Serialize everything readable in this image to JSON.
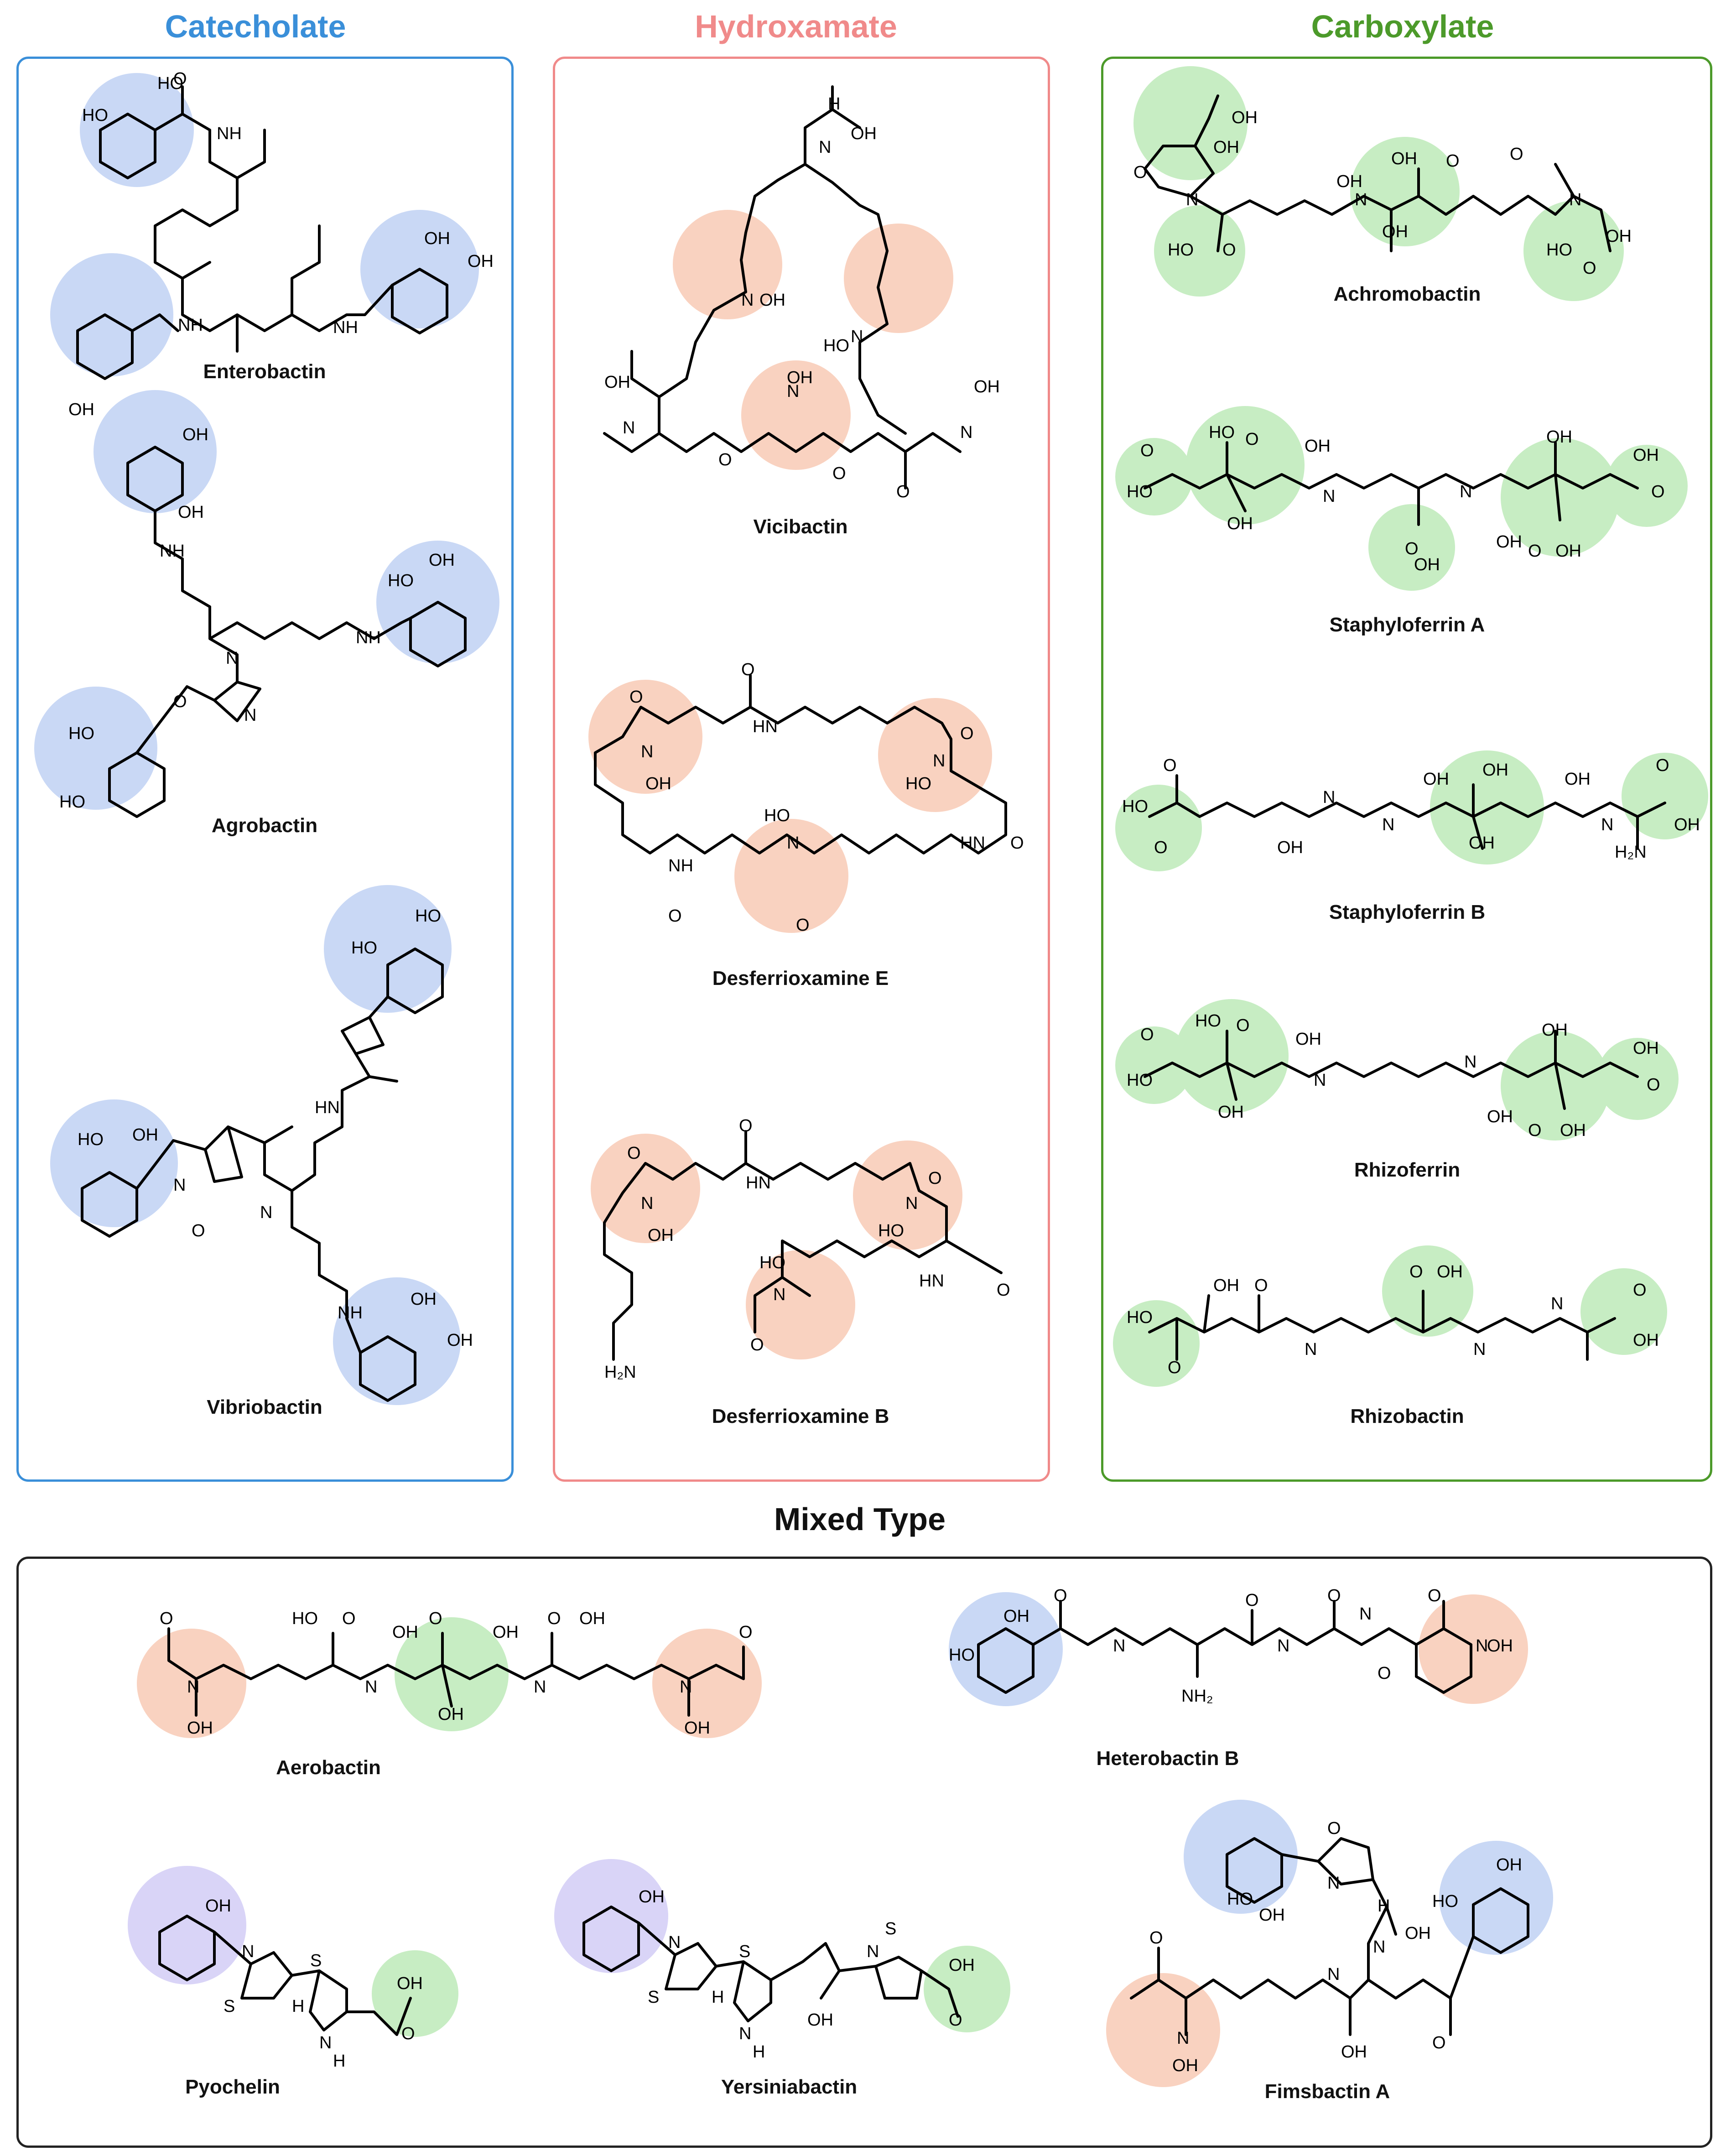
{
  "categories": [
    {
      "id": "catecholate",
      "title": "Catecholate",
      "color": "#3a8fd9",
      "highlight": "#c9d8f5"
    },
    {
      "id": "hydroxamate",
      "title": "Hydroxamate",
      "color": "#f08a8a",
      "highlight": "#f9d2c0"
    },
    {
      "id": "carboxylate",
      "title": "Carboxylate",
      "color": "#4c9a2a",
      "highlight": "#c7edc3"
    }
  ],
  "mixed": {
    "title": "Mixed Type",
    "color": "#222222",
    "highlight_phenol": "#d9d4f7"
  },
  "molecules": {
    "catecholate": [
      "Enterobactin",
      "Agrobactin",
      "Vibriobactin"
    ],
    "hydroxamate": [
      "Vicibactin",
      "Desferrioxamine E",
      "Desferrioxamine B"
    ],
    "carboxylate": [
      "Achromobactin",
      "Staphyloferrin A",
      "Staphyloferrin B",
      "Rhizoferrin",
      "Rhizobactin"
    ],
    "mixed": [
      "Aerobactin",
      "Heterobactin B",
      "Pyochelin",
      "Yersiniabactin",
      "Fimsbactin A"
    ]
  },
  "atoms": {
    "OH": "OH",
    "HO": "HO",
    "O": "O",
    "N": "N",
    "NH": "NH",
    "HN": "HN",
    "H": "H",
    "S": "S",
    "NH2": "NH₂",
    "H2N": "H₂N"
  }
}
